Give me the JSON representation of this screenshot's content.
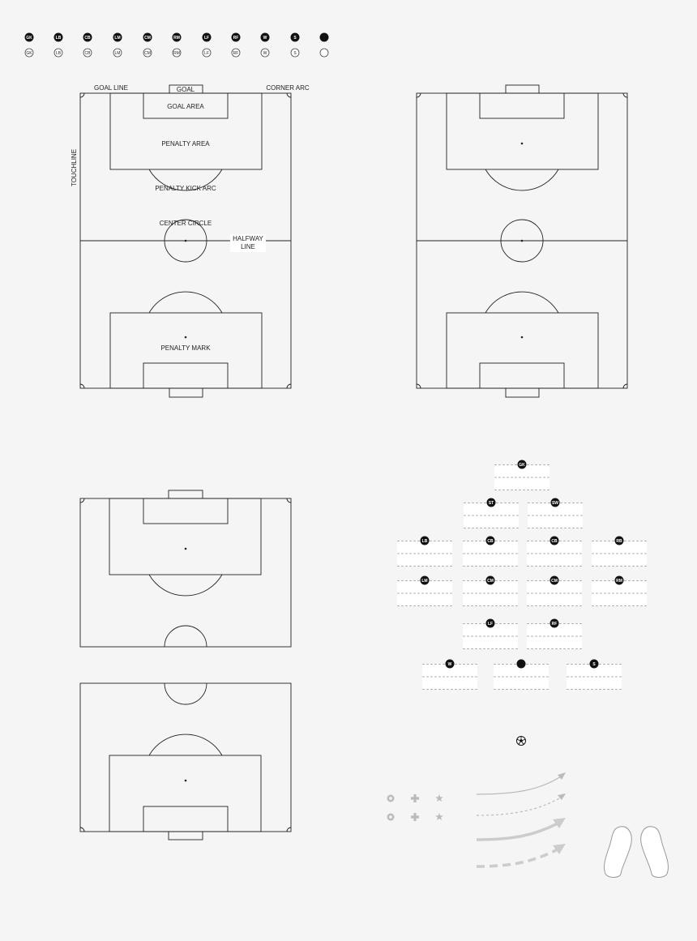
{
  "position_badges": [
    "GK",
    "LB",
    "CB",
    "LM",
    "CM",
    "RM",
    "LF",
    "RF",
    "W",
    "S",
    ""
  ],
  "labels": {
    "goal_line": "GOAL LINE",
    "goal": "GOAL",
    "corner_arc": "CORNER ARC",
    "goal_area": "GOAL AREA",
    "penalty_area": "PENALTY AREA",
    "touchline": "TOUCHLINE",
    "penalty_kick_arc": "PENALTY KICK ARC",
    "center_circle": "CENTER CIRCLE",
    "halfway_line_1": "HALFWAY",
    "halfway_line_2": "LINE",
    "penalty_mark": "PENALTY MARK"
  },
  "formation": {
    "row1": [
      "GK"
    ],
    "row2": [
      "ST",
      "SW"
    ],
    "row3": [
      "LB",
      "CB",
      "CB",
      "RB"
    ],
    "row4": [
      "LM",
      "CM",
      "CM",
      "RM"
    ],
    "row5": [
      "LF",
      "RF"
    ],
    "row6": [
      "W",
      "",
      "S"
    ]
  },
  "colors": {
    "badge_fill": "#111111",
    "line": "#222222",
    "dashed_line": "#999999",
    "muted": "#bbbbbb"
  },
  "icons": [
    "soccer-ball-icon",
    "circle-marker-icon",
    "plus-marker-icon",
    "star-marker-icon",
    "curved-arrow-icon",
    "footprints-icon"
  ]
}
